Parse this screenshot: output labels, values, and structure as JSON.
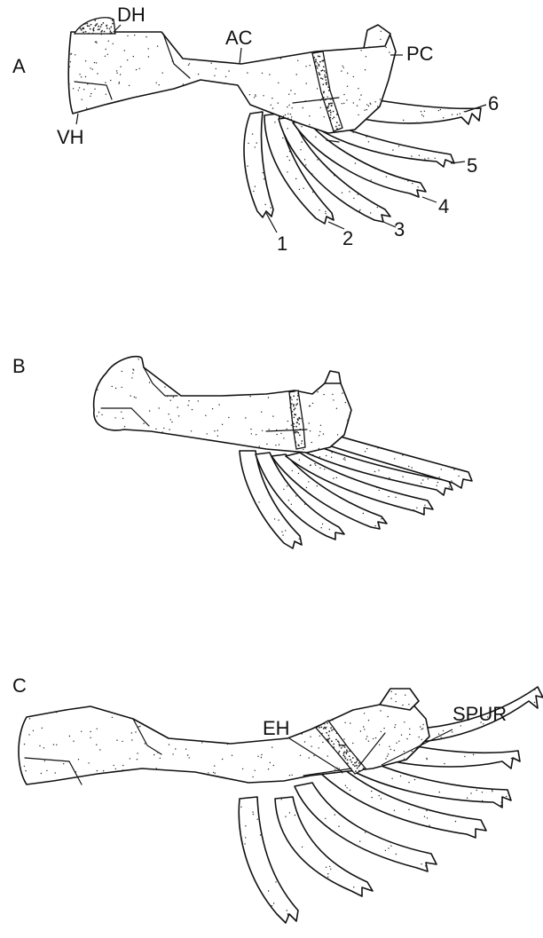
{
  "figure": {
    "panels": [
      {
        "letter": "A",
        "labels": {
          "dh": "DH",
          "ac": "AC",
          "pc": "PC",
          "vh": "VH",
          "ray1": "1",
          "ray2": "2",
          "ray3": "3",
          "ray4": "4",
          "ray5": "5",
          "ray6": "6"
        }
      },
      {
        "letter": "B"
      },
      {
        "letter": "C",
        "labels": {
          "eh": "EH",
          "spur": "SPUR"
        }
      }
    ]
  }
}
